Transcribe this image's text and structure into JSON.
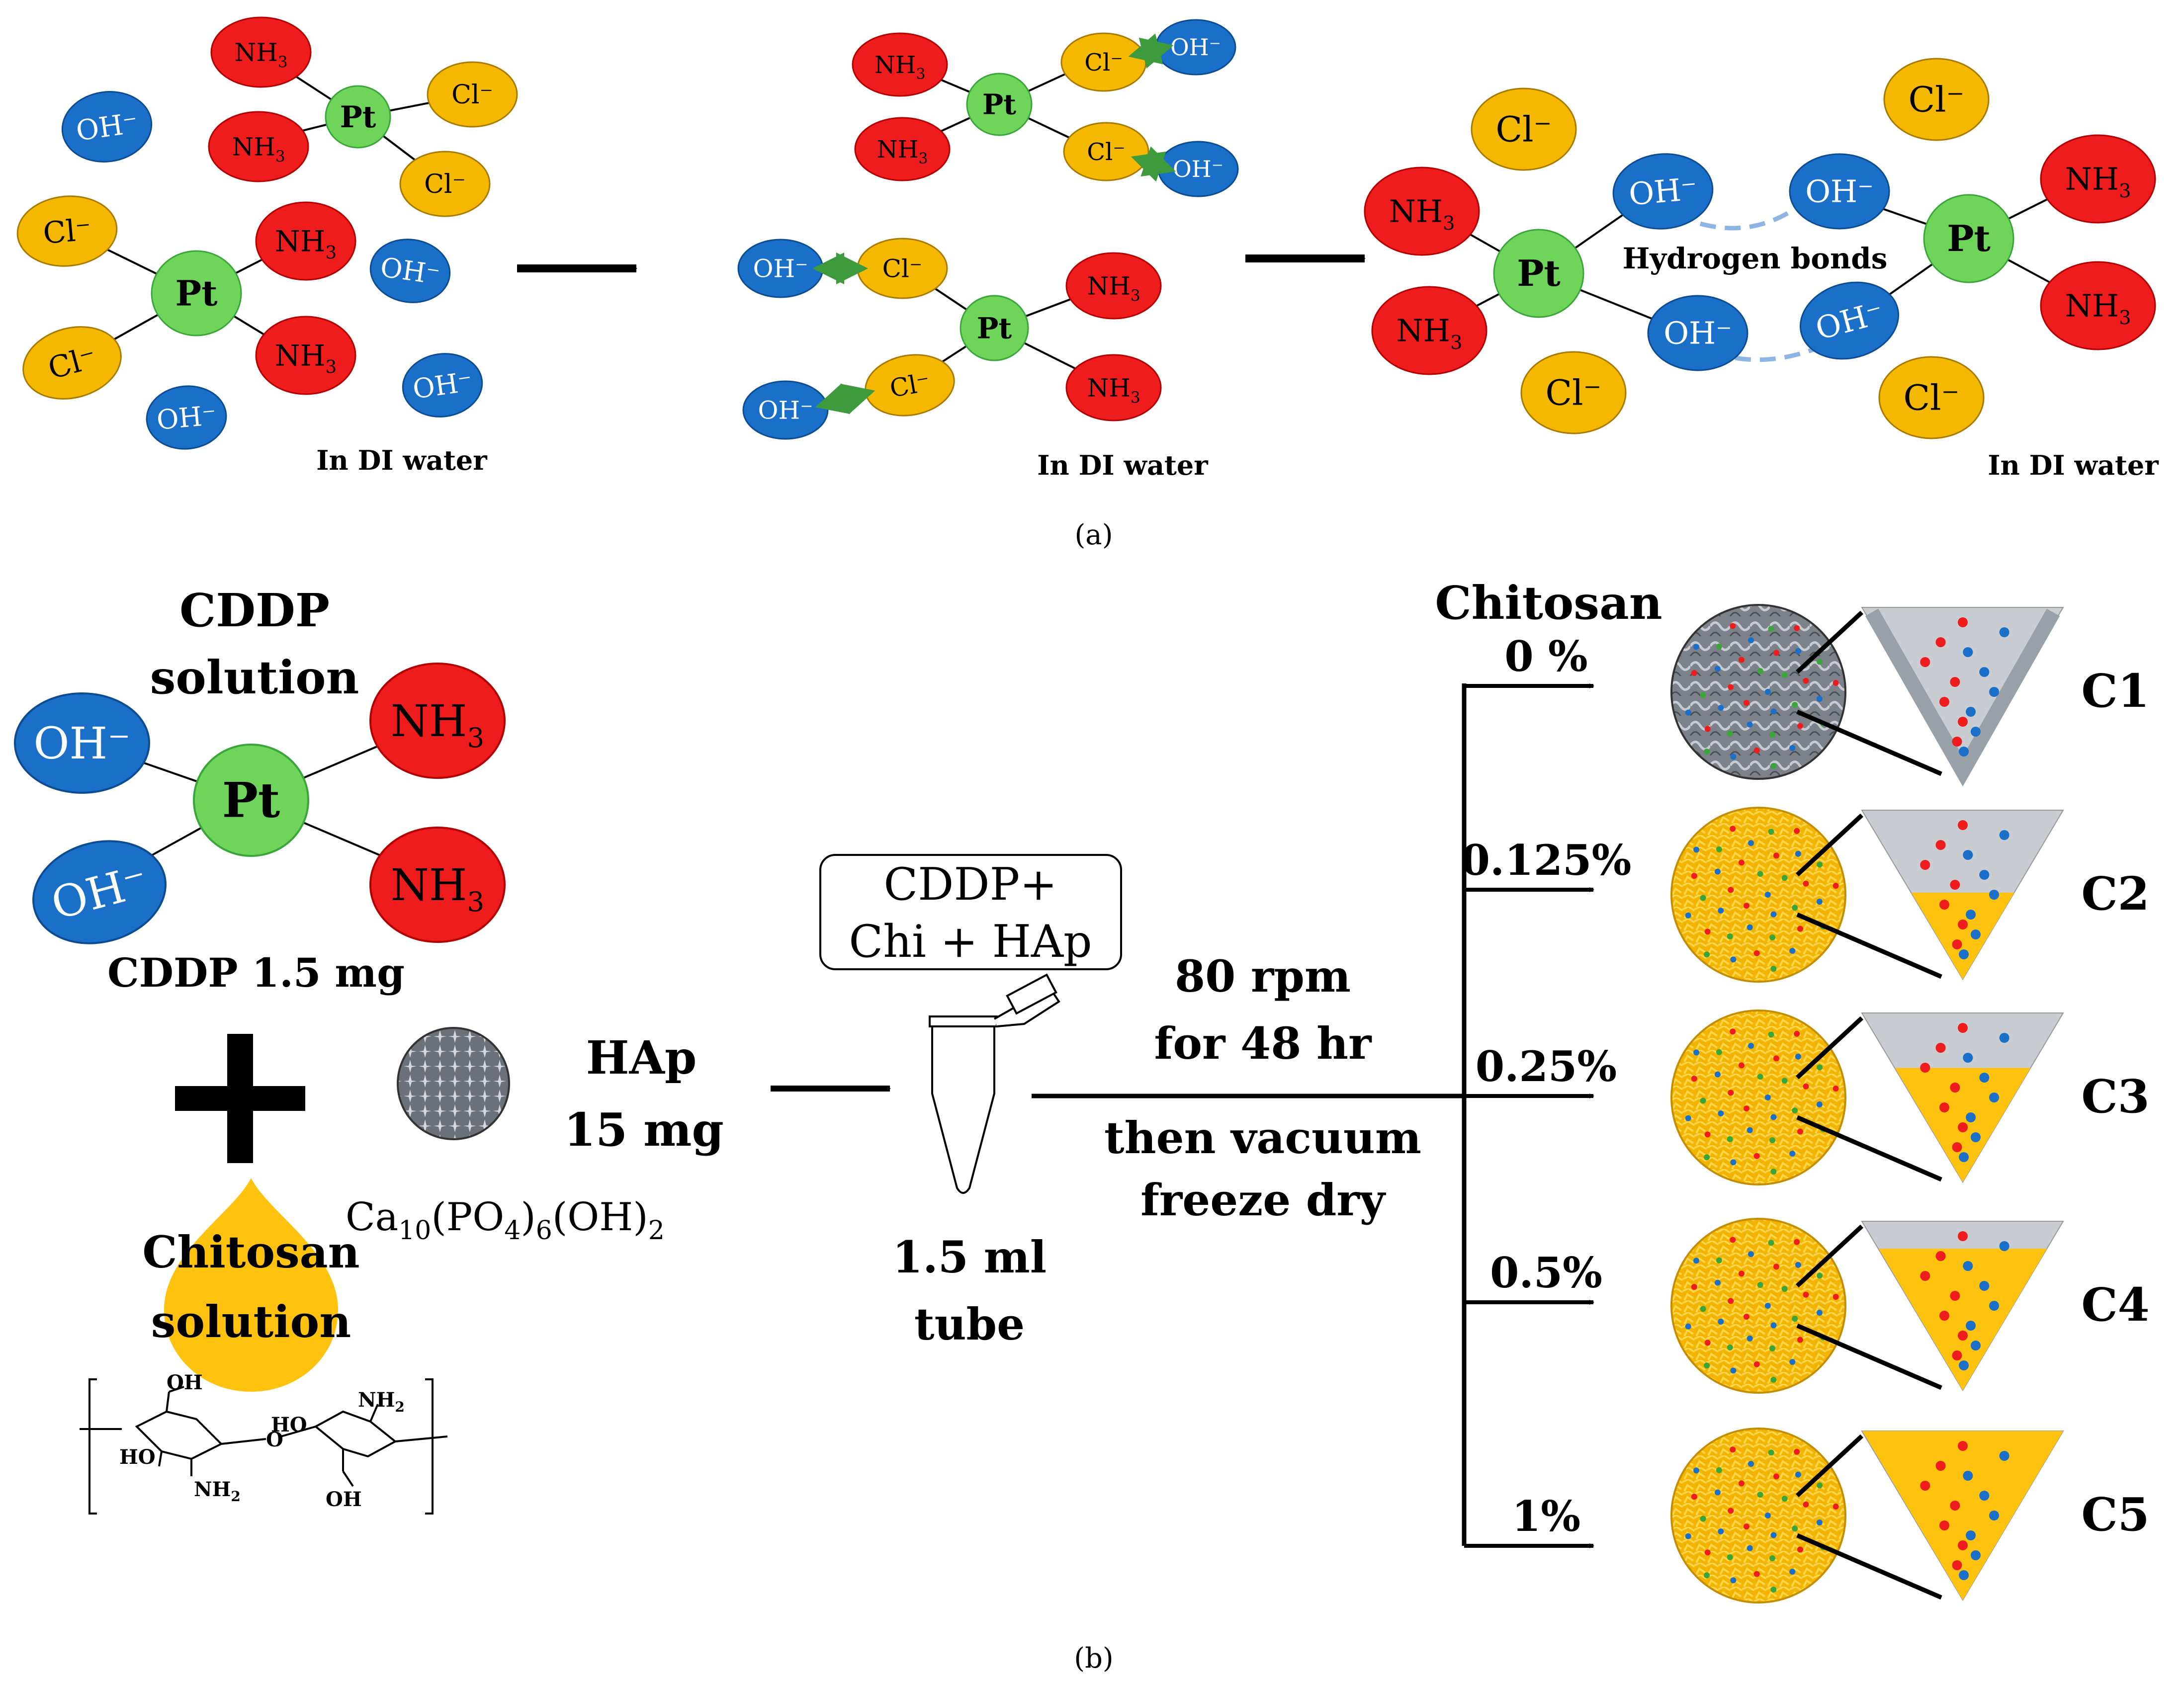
{
  "panel_a": {
    "caption": "(a)",
    "medium_label": "In DI water",
    "center_label": "Pt",
    "nh3_base": "NH",
    "nh3_sub": "3",
    "cl_label": "Cl⁻",
    "oh_label": "OH⁻",
    "hydrogen_bonds_label": "Hydrogen bonds"
  },
  "panel_b": {
    "caption": "(b)",
    "cddp_title_line1": "CDDP",
    "cddp_title_line2": "solution",
    "cddp_center": "Pt",
    "cddp_oh": "OH⁻",
    "cddp_nh3_base": "NH",
    "cddp_nh3_sub": "3",
    "cddp_amount": "CDDP 1.5 mg",
    "hap_label": "HAp",
    "hap_amount": "15 mg",
    "hap_formula": {
      "p1": "Ca",
      "s1": "10",
      "p2": "(PO",
      "s2": "4",
      "p3": ")",
      "s3": "6",
      "p4": "(OH)",
      "s4": "2"
    },
    "chitosan_line1": "Chitosan",
    "chitosan_line2": "solution",
    "chitosan_structure": {
      "oh_top_left": "OH",
      "ho_left": "HO",
      "nh2_bottom": "NH",
      "nh2_bottom_sub": "2",
      "o_bridge": "O",
      "ho_right": "HO",
      "nh2_top": "NH",
      "nh2_top_sub": "2",
      "oh_bottom_right": "OH"
    },
    "tube_box_line1": "CDDP+",
    "tube_box_line2": "Chi + HAp",
    "tube_label_line1": "1.5 ml",
    "tube_label_line2": "tube",
    "process_line1": "80 rpm",
    "process_line2": "for 48 hr",
    "process_line3": "then vacuum",
    "process_line4": "freeze dry",
    "branch_header": "Chitosan",
    "samples": [
      {
        "percent": "0 %",
        "label": "C1"
      },
      {
        "percent": "0.125%",
        "label": "C2"
      },
      {
        "percent": "0.25%",
        "label": "C3"
      },
      {
        "percent": "0.5%",
        "label": "C4"
      },
      {
        "percent": "1%",
        "label": "C5"
      }
    ]
  },
  "colors": {
    "pt": "#6fd45a",
    "nh3": "#ee1c1c",
    "cl": "#f5b800",
    "oh": "#1a6fc8",
    "chitosan": "#ffc20e",
    "sem_gray": "#8a8e96",
    "hbond": "#8eb4e3",
    "double_arrow": "#3d9b3d"
  }
}
